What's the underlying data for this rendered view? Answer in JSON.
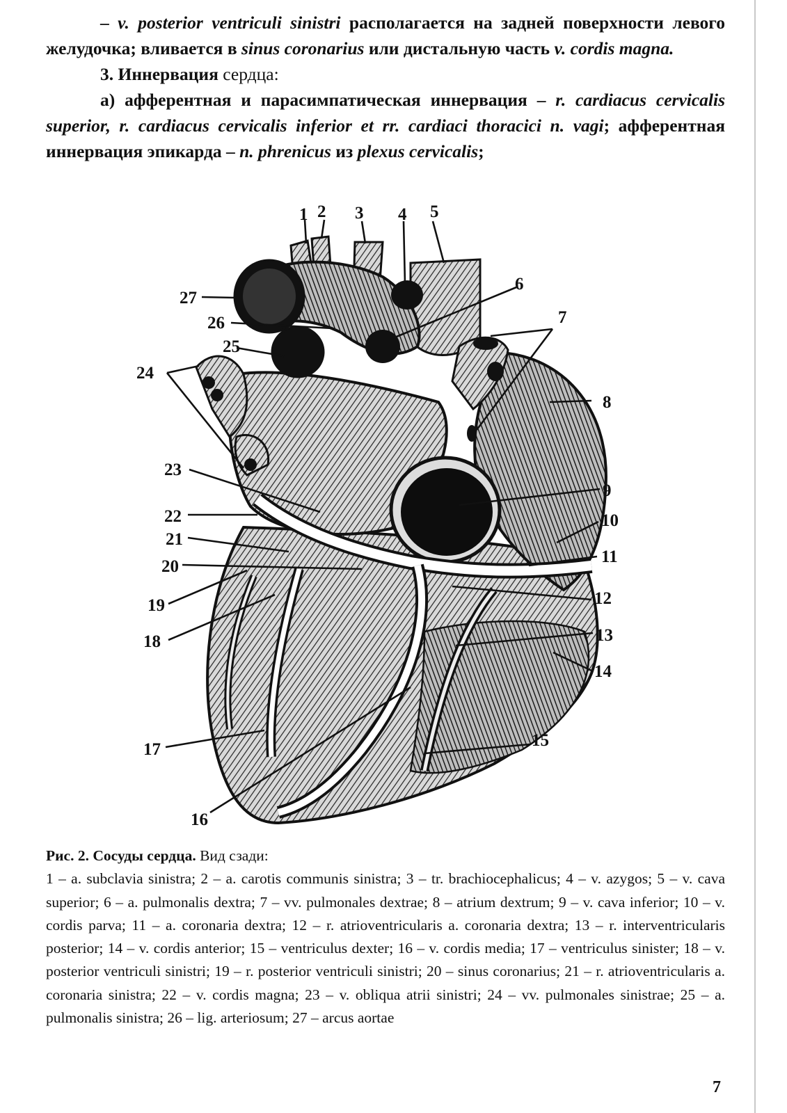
{
  "text": {
    "p1_dash": "– ",
    "p1_lat1": "v. posterior ventriculi sinistri",
    "p1_t1": " располагается на задней поверхности левого желудочка; вливается в ",
    "p1_lat2": "sinus coronarius",
    "p1_t2": " или дистальную часть ",
    "p1_lat3": "v. cordis magna.",
    "section_num": "3. ",
    "section_title": "Иннервация",
    "section_rest": " сердца:",
    "pa_t1": "а) афферентная и парасимпатическая иннервация – ",
    "pa_lat1": "r. cardiacus cervicalis superior, r. cardiacus cervicalis inferior et rr. cardiaci thoracici n. vagi",
    "pa_t2": "; афферентная иннервация эпикарда – ",
    "pa_lat2": "n. phrenicus",
    "pa_t3": " из ",
    "pa_lat3": "plexus cervicalis",
    "pa_t4": ";"
  },
  "figure": {
    "labels": [
      "1",
      "2",
      "3",
      "4",
      "5",
      "6",
      "7",
      "8",
      "9",
      "10",
      "11",
      "12",
      "13",
      "14",
      "15",
      "16",
      "17",
      "18",
      "19",
      "20",
      "21",
      "22",
      "23",
      "24",
      "25",
      "26",
      "27"
    ]
  },
  "caption": {
    "title": "Рис. 2. Сосуды сердца.",
    "subtitle": " Вид сзади:",
    "body": "1 – a. subclavia sinistra; 2 – a. carotis communis sinistra; 3 – tr. brachiocephalicus; 4 – v. azygos; 5 – v. cava superior; 6 – a. pulmonalis dextra; 7 – vv. pulmonales dextrae; 8 – atrium dextrum; 9 – v. cava inferior; 10 – v. cordis parva; 11 – a. coronaria dextra; 12 – r. atrioventricularis a. coronaria dextra; 13 – r. interventricularis posterior; 14 – v. cordis anterior; 15 – ventriculus dexter; 16 – v. cordis media; 17 – ventriculus sinister; 18 – v. posterior ventriculi sinistri; 19 – r. posterior ventriculi sinistri; 20 – sinus coronarius; 21 – r. atrioventricularis a. coronaria sinistra; 22 – v. cordis magna; 23 – v. obliqua atrii sinistri; 24 – vv. pulmonales sinistrae; 25 – a. pulmonalis sinistra; 26 – lig. arteriosum; 27 – arcus aortae"
  },
  "page": {
    "number": "7"
  }
}
